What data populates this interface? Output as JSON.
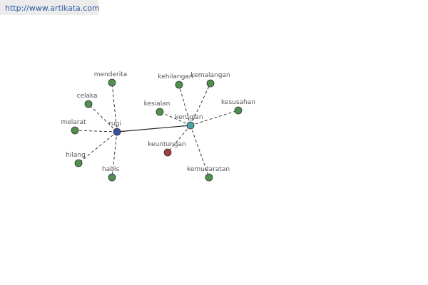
{
  "header": {
    "url": "http://www.artikata.com"
  },
  "colors": {
    "banner_bg": "#ececec",
    "url_text": "#2a5aa0",
    "synonym_node": "#4f8f4f",
    "hub_rugi": "#3b4fa0",
    "hub_kerugian": "#4aa3a3",
    "antonym_node": "#a04040",
    "edge": "#222222"
  },
  "graph": {
    "nodes": [
      {
        "id": "rugi",
        "label": "rugi",
        "kind": "hub"
      },
      {
        "id": "kerugian",
        "label": "kerugian",
        "kind": "hub2"
      },
      {
        "id": "menderita",
        "label": "menderita",
        "kind": "synonym"
      },
      {
        "id": "celaka",
        "label": "celaka",
        "kind": "synonym"
      },
      {
        "id": "melarat",
        "label": "melarat",
        "kind": "synonym"
      },
      {
        "id": "hilang",
        "label": "hilang",
        "kind": "synonym"
      },
      {
        "id": "habis",
        "label": "habis",
        "kind": "synonym"
      },
      {
        "id": "kehilangan",
        "label": "kehilangan",
        "kind": "synonym"
      },
      {
        "id": "kemalangan",
        "label": "kemalangan",
        "kind": "synonym"
      },
      {
        "id": "kesialan",
        "label": "kesialan",
        "kind": "synonym"
      },
      {
        "id": "kesusahan",
        "label": "kesusahan",
        "kind": "synonym"
      },
      {
        "id": "keuntungan",
        "label": "keuntungan",
        "kind": "antonym"
      },
      {
        "id": "kemudaratan",
        "label": "kemudaratan",
        "kind": "synonym"
      }
    ],
    "edges": [
      {
        "from": "rugi",
        "to": "kerugian",
        "style": "solid"
      },
      {
        "from": "rugi",
        "to": "menderita",
        "style": "dashed"
      },
      {
        "from": "rugi",
        "to": "celaka",
        "style": "dashed"
      },
      {
        "from": "rugi",
        "to": "melarat",
        "style": "dashed"
      },
      {
        "from": "rugi",
        "to": "hilang",
        "style": "dashed"
      },
      {
        "from": "rugi",
        "to": "habis",
        "style": "dashed"
      },
      {
        "from": "kerugian",
        "to": "kehilangan",
        "style": "dashed"
      },
      {
        "from": "kerugian",
        "to": "kemalangan",
        "style": "dashed"
      },
      {
        "from": "kerugian",
        "to": "kesialan",
        "style": "dashed"
      },
      {
        "from": "kerugian",
        "to": "kesusahan",
        "style": "dashed"
      },
      {
        "from": "kerugian",
        "to": "keuntungan",
        "style": "dashed"
      },
      {
        "from": "kerugian",
        "to": "kemudaratan",
        "style": "dashed"
      }
    ]
  }
}
